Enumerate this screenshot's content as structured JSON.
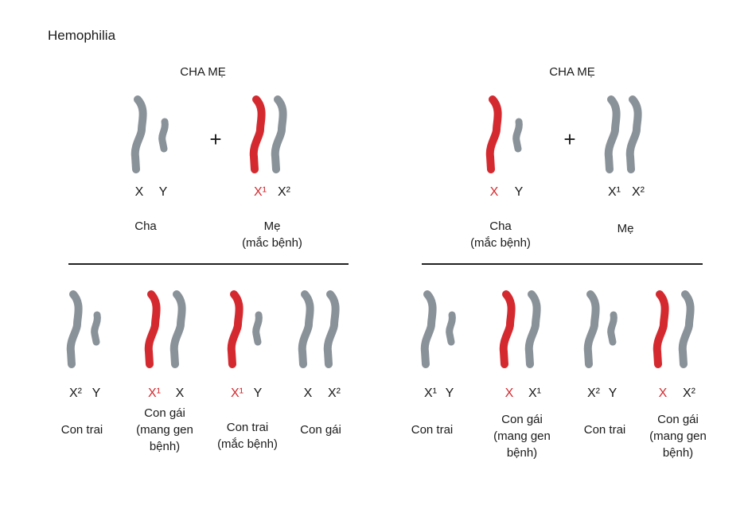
{
  "title": "Hemophilia",
  "colors": {
    "normal": "#8a9299",
    "affected": "#d42a2f",
    "text": "#1a1a1a",
    "rule": "#222222"
  },
  "icons": [
    "x-chromosome-icon",
    "y-chromosome-icon",
    "plus-icon"
  ],
  "panels": [
    {
      "header": "CHA MẸ",
      "plus": "+",
      "parents": [
        {
          "alleles": [
            {
              "text": "X",
              "affected": false
            },
            {
              "text": "Y",
              "affected": false
            }
          ],
          "label": "Cha"
        },
        {
          "alleles": [
            {
              "text": "X¹",
              "affected": true
            },
            {
              "text": "X²",
              "affected": false
            }
          ],
          "label": "Mẹ\n(mắc bệnh)"
        }
      ],
      "children": [
        {
          "alleles": [
            {
              "text": "X²",
              "affected": false
            },
            {
              "text": "Y",
              "affected": false
            }
          ],
          "label": "Con trai"
        },
        {
          "alleles": [
            {
              "text": "X¹",
              "affected": true
            },
            {
              "text": "X",
              "affected": false
            }
          ],
          "label": "Con gái\n(mang gen\nbệnh)"
        },
        {
          "alleles": [
            {
              "text": "X¹",
              "affected": true
            },
            {
              "text": "Y",
              "affected": false
            }
          ],
          "label": "Con trai\n(mắc bệnh)"
        },
        {
          "alleles": [
            {
              "text": "X",
              "affected": false
            },
            {
              "text": "X²",
              "affected": false
            }
          ],
          "label": "Con gái"
        }
      ]
    },
    {
      "header": "CHA MẸ",
      "plus": "+",
      "parents": [
        {
          "alleles": [
            {
              "text": "X",
              "affected": true
            },
            {
              "text": "Y",
              "affected": false
            }
          ],
          "label": "Cha\n(mắc bệnh)"
        },
        {
          "alleles": [
            {
              "text": "X¹",
              "affected": false
            },
            {
              "text": "X²",
              "affected": false
            }
          ],
          "label": "Mẹ"
        }
      ],
      "children": [
        {
          "alleles": [
            {
              "text": "X¹",
              "affected": false
            },
            {
              "text": "Y",
              "affected": false
            }
          ],
          "label": "Con trai"
        },
        {
          "alleles": [
            {
              "text": "X",
              "affected": true
            },
            {
              "text": "X¹",
              "affected": false
            }
          ],
          "label": "Con gái\n(mang gen\nbệnh)"
        },
        {
          "alleles": [
            {
              "text": "X²",
              "affected": false
            },
            {
              "text": "Y",
              "affected": false
            }
          ],
          "label": "Con trai"
        },
        {
          "alleles": [
            {
              "text": "X",
              "affected": true
            },
            {
              "text": "X²",
              "affected": false
            }
          ],
          "label": "Con gái\n(mang gen\nbệnh)"
        }
      ]
    }
  ]
}
